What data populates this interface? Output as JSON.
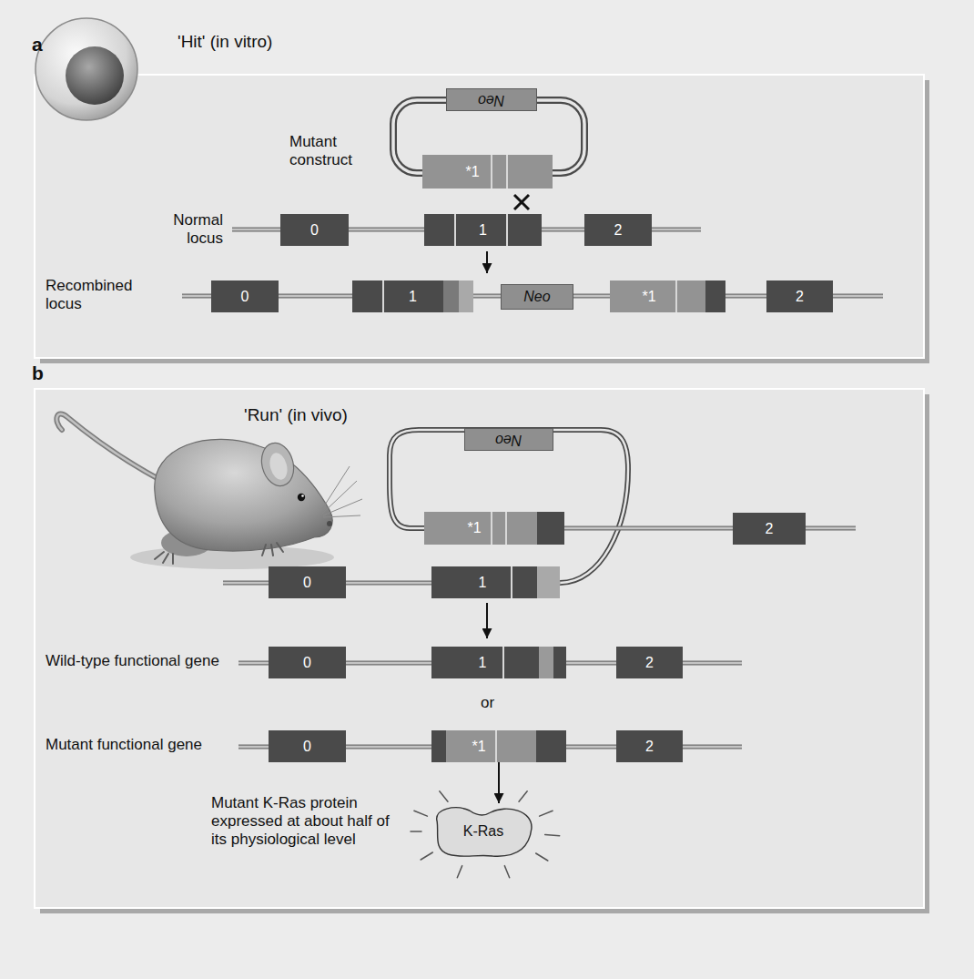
{
  "diagram": {
    "nodes": [
      {
        "text": [
          "a"
        ]
      },
      {
        "text": [
          "Neo"
        ],
        "in": 0
      },
      {
        "text": [
          "*1"
        ],
        "in": 0
      },
      {
        "text": [
          "0"
        ],
        "in": 0
      },
      {
        "text": [
          "1"
        ],
        "in": 0
      },
      {
        "text": [
          "2"
        ],
        "in": 0
      },
      {
        "text": [
          "0"
        ],
        "in": 0
      },
      {
        "text": [
          "1"
        ],
        "in": 0
      },
      {
        "text": [
          "Neo"
        ],
        "in": 0
      },
      {
        "text": [
          "*1"
        ],
        "in": 0
      },
      {
        "text": [
          "2"
        ],
        "in": 0
      },
      {
        "text": [
          "b"
        ]
      },
      {
        "text": [
          "Neo"
        ],
        "in": 11
      },
      {
        "text": [
          "*1"
        ],
        "in": 11
      },
      {
        "text": [
          "2"
        ],
        "in": 11
      },
      {
        "text": [
          "0"
        ],
        "in": 11
      },
      {
        "text": [
          "1"
        ],
        "in": 11
      },
      {
        "text": [
          "0"
        ],
        "in": 11
      },
      {
        "text": [
          "1"
        ],
        "in": 11
      },
      {
        "text": [
          "2"
        ],
        "in": 11
      },
      {
        "text": [
          "0"
        ],
        "in": 11
      },
      {
        "text": [
          "*1"
        ],
        "in": 11
      },
      {
        "text": [
          "2"
        ],
        "in": 11
      },
      {
        "text": [
          "K-Ras"
        ],
        "in": 11
      }
    ],
    "edges": [
      {
        "from": 21,
        "to": 23,
        "arrow": "to"
      }
    ],
    "labels": [
      "'Hit' (in vitro)",
      "Mutant construct",
      "Normal locus",
      "Recombined locus",
      "'Run' (in vivo)",
      "Wild-type functional gene",
      "or",
      "Mutant functional gene",
      "Mutant K-Ras protein expressed at about half of its physiological level"
    ]
  }
}
